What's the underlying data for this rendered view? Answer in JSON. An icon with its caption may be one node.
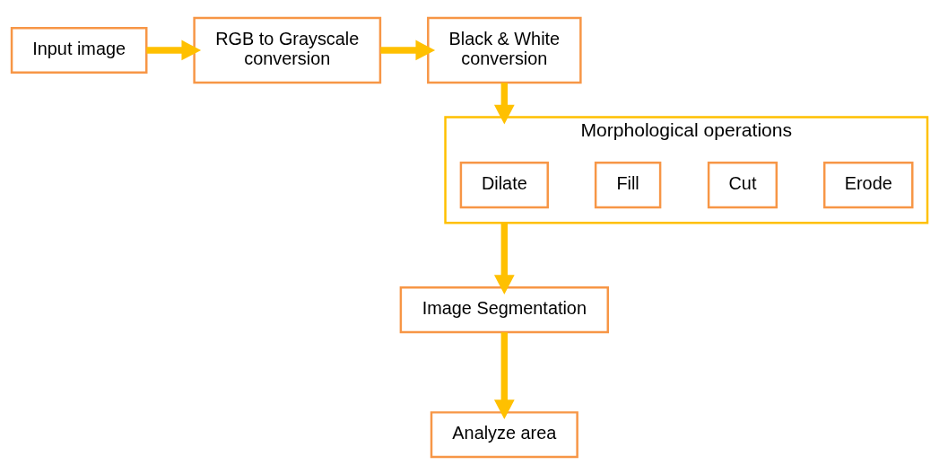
{
  "diagram": {
    "nodes": [
      {
        "text": [
          "Input image"
        ]
      },
      {
        "text": [
          "RGB to Grayscale conversion"
        ]
      },
      {
        "text": [
          "Black & White conversion"
        ]
      },
      {
        "text": [
          "Morphological operations"
        ]
      },
      {
        "text": [
          "Dilate"
        ],
        "in": 3
      },
      {
        "text": [
          "Fill"
        ],
        "in": 3
      },
      {
        "text": [
          "Cut"
        ],
        "in": 3
      },
      {
        "text": [
          "Erode"
        ],
        "in": 3
      },
      {
        "text": [
          "Image Segmentation"
        ]
      },
      {
        "text": [
          "Analyze area"
        ]
      }
    ],
    "edges": [
      {
        "from": 0,
        "to": 1,
        "arrow": "to"
      },
      {
        "from": 1,
        "to": 2,
        "arrow": "to"
      },
      {
        "from": 2,
        "to": 3,
        "arrow": "to"
      },
      {
        "from": 3,
        "to": 8,
        "arrow": "to"
      },
      {
        "from": 8,
        "to": 9,
        "arrow": "to"
      }
    ]
  }
}
